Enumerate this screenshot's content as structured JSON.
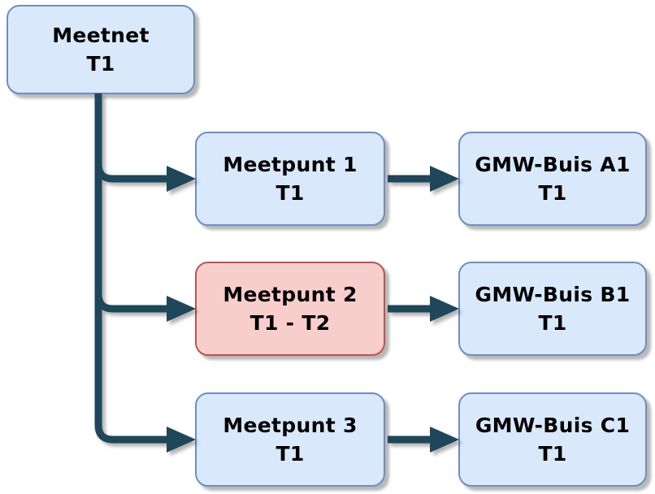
{
  "diagram": {
    "type": "flowchart-tree",
    "background": "#FFFFFF",
    "palette": {
      "background": "#FFFFFF",
      "node_fill_blue": "#DAE8FC",
      "node_border_blue": "#6C8EBF",
      "node_fill_red": "#F8CECC",
      "node_border_red": "#B85450",
      "arrow_color": "#1F4659",
      "text_color": "#000000"
    },
    "nodes": [
      {
        "id": "meetnet",
        "label": "Meetnet",
        "period": "T1",
        "variant": "blue"
      },
      {
        "id": "meetpunt-1",
        "label": "Meetpunt 1",
        "period": "T1",
        "variant": "blue"
      },
      {
        "id": "meetpunt-2",
        "label": "Meetpunt 2",
        "period": "T1 - T2",
        "variant": "red"
      },
      {
        "id": "meetpunt-3",
        "label": "Meetpunt 3",
        "period": "T1",
        "variant": "blue"
      },
      {
        "id": "gmw-buis-a1",
        "label": "GMW-Buis A1",
        "period": "T1",
        "variant": "blue"
      },
      {
        "id": "gmw-buis-b1",
        "label": "GMW-Buis B1",
        "period": "T1",
        "variant": "blue"
      },
      {
        "id": "gmw-buis-c1",
        "label": "GMW-Buis C1",
        "period": "T1",
        "variant": "blue"
      }
    ],
    "edges": [
      {
        "from": "meetnet",
        "to": "meetpunt-1"
      },
      {
        "from": "meetnet",
        "to": "meetpunt-2"
      },
      {
        "from": "meetnet",
        "to": "meetpunt-3"
      },
      {
        "from": "meetpunt-1",
        "to": "gmw-buis-a1"
      },
      {
        "from": "meetpunt-2",
        "to": "gmw-buis-b1"
      },
      {
        "from": "meetpunt-3",
        "to": "gmw-buis-c1"
      }
    ]
  }
}
